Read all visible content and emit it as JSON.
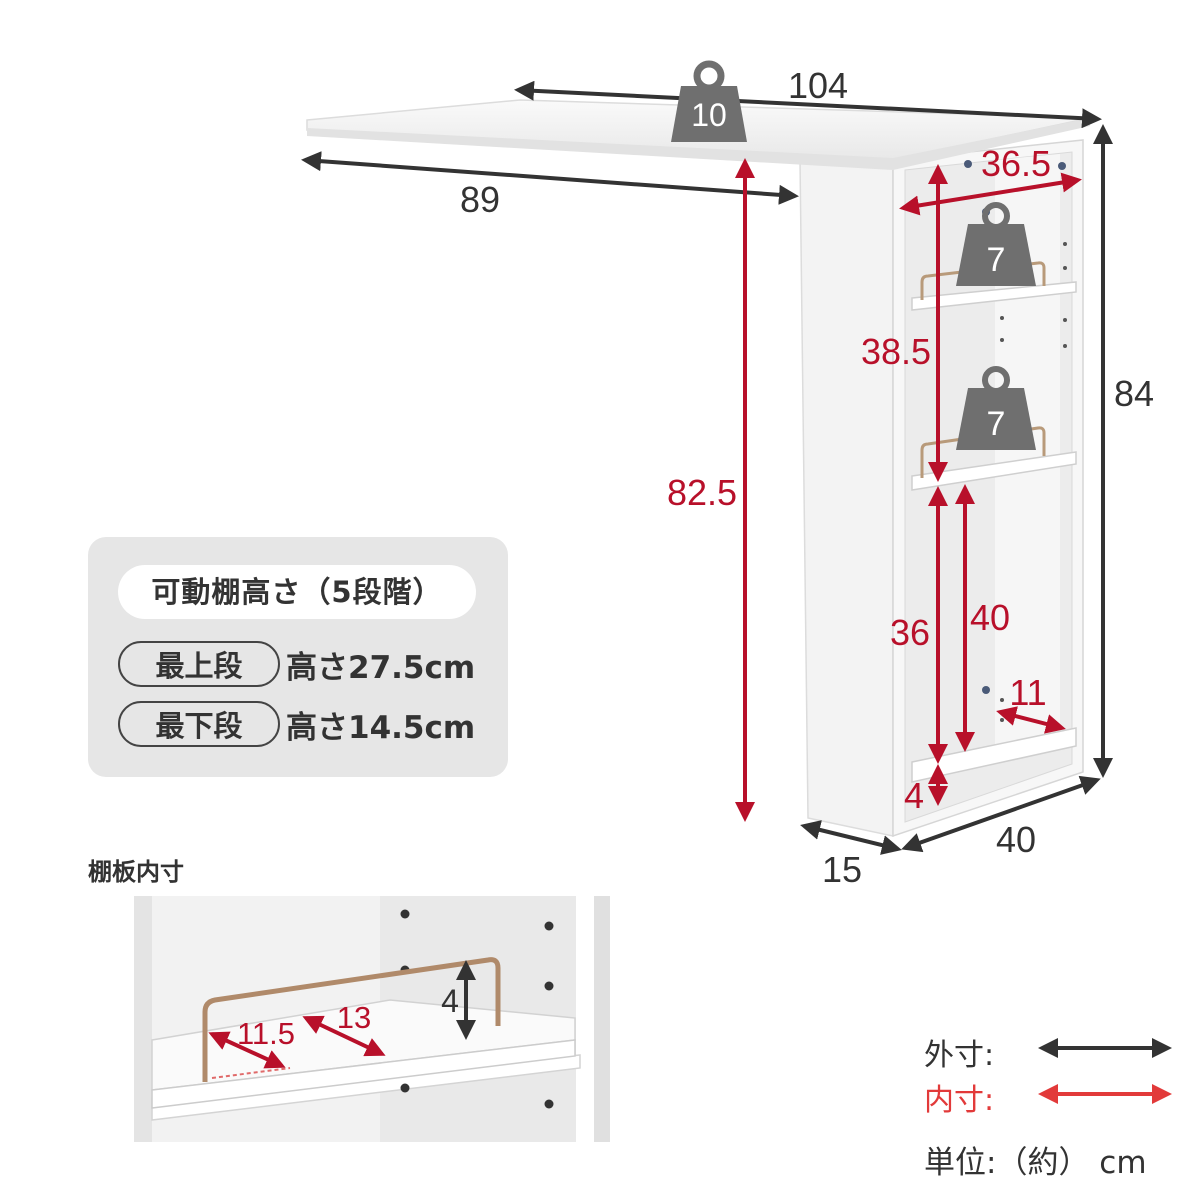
{
  "dimensions": {
    "top_width": "104",
    "top_depth": "89",
    "height_under_top": "82.5",
    "total_height": "84",
    "base_depth": "15",
    "base_width": "40",
    "inner_width": "36.5",
    "upper_section_height": "38.5",
    "lower_inner_height": "36",
    "lower_section_height": "40",
    "base_clearance": "4",
    "lower_shelf_depth": "11"
  },
  "load_capacity": {
    "top": "10",
    "shelf_upper": "7",
    "shelf_middle": "7"
  },
  "shelf_info": {
    "title": "可動棚高さ（5段階）",
    "rows": [
      {
        "label": "最上段",
        "value": "高さ27.5cm"
      },
      {
        "label": "最下段",
        "value": "高さ14.5cm"
      }
    ]
  },
  "shelf_detail": {
    "caption": "棚板内寸",
    "guard_height": "4",
    "depth_front": "11.5",
    "depth_back": "13"
  },
  "legend": {
    "outer_label": "外寸:",
    "inner_label": "内寸:",
    "unit": "単位:（約） cm",
    "outer_color": "#333333",
    "inner_color": "#e23a3a"
  },
  "colors": {
    "dimension_red": "#b8102a",
    "dimension_dark": "#333333",
    "weight_icon": "#6f6f6f"
  }
}
